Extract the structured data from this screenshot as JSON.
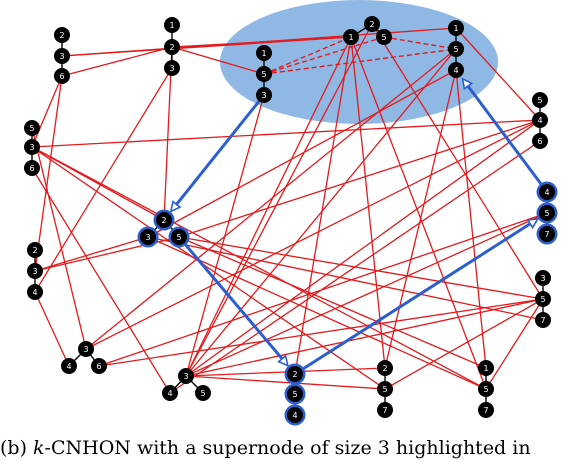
{
  "caption": {
    "prefix": "(b) ",
    "math": "k",
    "text": "-CNHON with a supernode of size 3 highlighted in"
  },
  "colors": {
    "edge": "#e41a1c",
    "highlight_edge": "#2b5fce",
    "supernode_fill": "#8fb8e4",
    "node_fill": "#000000",
    "node_ring": "#2b5fce"
  },
  "nodes": {
    "L1a": "2",
    "L1b": "3",
    "L1c": "6",
    "L2a": "1",
    "L2b": "2",
    "L2c": "3",
    "L3a": "1",
    "L3b": "5",
    "L3c": "3",
    "S1": "1",
    "S2": "2",
    "S3": "5",
    "T1": "1",
    "T2": "5",
    "T3": "4",
    "R1a": "5",
    "R1b": "4",
    "R1c": "6",
    "R2a": "4",
    "R2b": "5",
    "R2c": "7",
    "R3a": "3",
    "R3b": "5",
    "R3c": "7",
    "W1a": "5",
    "W1b": "3",
    "W1c": "6",
    "W2a": "2",
    "W2b": "3",
    "W2c": "4",
    "B1a": "3",
    "B1b": "4",
    "B1c": "6",
    "B2a": "3",
    "B2b": "4",
    "B2c": "5",
    "C1a": "2",
    "C1b": "3",
    "C1c": "5",
    "D1a": "2",
    "D1b": "5",
    "D1c": "4",
    "E1a": "2",
    "E1b": "5",
    "E1c": "7",
    "F1a": "1",
    "F1b": "5",
    "F1c": "7"
  },
  "ringed": [
    "C1a",
    "C1b",
    "C1c",
    "D1a",
    "D1b",
    "D1c",
    "R2a",
    "R2b",
    "R2c"
  ],
  "internal_edges": [
    [
      "L1a",
      "L1b"
    ],
    [
      "L1b",
      "L1c"
    ],
    [
      "L2a",
      "L2b"
    ],
    [
      "L2b",
      "L2c"
    ],
    [
      "L3a",
      "L3b"
    ],
    [
      "L3b",
      "L3c"
    ],
    [
      "S1",
      "S2"
    ],
    [
      "S2",
      "S3"
    ],
    [
      "T1",
      "T2"
    ],
    [
      "T2",
      "T3"
    ],
    [
      "R1a",
      "R1b"
    ],
    [
      "R1b",
      "R1c"
    ],
    [
      "R2a",
      "R2b"
    ],
    [
      "R2b",
      "R2c"
    ],
    [
      "R3a",
      "R3b"
    ],
    [
      "R3b",
      "R3c"
    ],
    [
      "W1a",
      "W1b"
    ],
    [
      "W1b",
      "W1c"
    ],
    [
      "W2a",
      "W2b"
    ],
    [
      "W2b",
      "W2c"
    ],
    [
      "B1a",
      "B1b"
    ],
    [
      "B1a",
      "B1c"
    ],
    [
      "B2a",
      "B2b"
    ],
    [
      "B2a",
      "B2c"
    ],
    [
      "C1a",
      "C1b"
    ],
    [
      "C1a",
      "C1c"
    ],
    [
      "D1a",
      "D1b"
    ],
    [
      "D1b",
      "D1c"
    ],
    [
      "E1a",
      "E1b"
    ],
    [
      "E1b",
      "E1c"
    ],
    [
      "F1a",
      "F1b"
    ],
    [
      "F1b",
      "F1c"
    ]
  ],
  "dashed_edges": [
    [
      "L3b",
      "S1"
    ],
    [
      "L3b",
      "T2"
    ],
    [
      "S3",
      "T2"
    ],
    [
      "L3b",
      "S3"
    ]
  ],
  "edges": [
    [
      "L1c",
      "L2b"
    ],
    [
      "L1c",
      "W1b"
    ],
    [
      "L1c",
      "W2b"
    ],
    [
      "L1b",
      "S1"
    ],
    [
      "L1b",
      "T1"
    ],
    [
      "L2b",
      "S1"
    ],
    [
      "L2b",
      "L3b"
    ],
    [
      "L2b",
      "C1a"
    ],
    [
      "L2c",
      "W2c"
    ],
    [
      "L3c",
      "B2a"
    ],
    [
      "L3c",
      "C1a"
    ],
    [
      "S1",
      "B2a"
    ],
    [
      "S1",
      "E1a"
    ],
    [
      "S1",
      "F1b"
    ],
    [
      "S1",
      "D1a"
    ],
    [
      "S2",
      "R3b"
    ],
    [
      "S2",
      "B2a"
    ],
    [
      "T2",
      "B2a"
    ],
    [
      "T2",
      "B1a"
    ],
    [
      "T3",
      "F1a"
    ],
    [
      "T3",
      "E1a"
    ],
    [
      "T3",
      "C1b"
    ],
    [
      "T1",
      "R1b"
    ],
    [
      "W1b",
      "R1b"
    ],
    [
      "W1b",
      "C1a"
    ],
    [
      "W1b",
      "E1b"
    ],
    [
      "W1b",
      "F1b"
    ],
    [
      "W1c",
      "B2b"
    ],
    [
      "W1a",
      "B1a"
    ],
    [
      "W2b",
      "C1b"
    ],
    [
      "W2b",
      "C1c"
    ],
    [
      "W2c",
      "B1b"
    ],
    [
      "R1b",
      "B2a"
    ],
    [
      "R1b",
      "B1a"
    ],
    [
      "R1b",
      "C1c"
    ],
    [
      "R2b",
      "B2a"
    ],
    [
      "R2b",
      "B1c"
    ],
    [
      "R3b",
      "B2a"
    ],
    [
      "R3b",
      "F1b"
    ],
    [
      "R3b",
      "C1c"
    ],
    [
      "R3b",
      "E1b"
    ],
    [
      "R3b",
      "B1c"
    ],
    [
      "R3c",
      "C1b"
    ],
    [
      "E1a",
      "B2a"
    ],
    [
      "E1b",
      "B2a"
    ],
    [
      "F1a",
      "C1c"
    ],
    [
      "F1b",
      "C1b"
    ],
    [
      "B2b",
      "R1c"
    ]
  ],
  "highlight_edges": [
    [
      "L3c",
      "C1a"
    ],
    [
      "C1c",
      "D1a"
    ],
    [
      "D1a",
      "R2b"
    ],
    [
      "R2a",
      "T3"
    ]
  ]
}
